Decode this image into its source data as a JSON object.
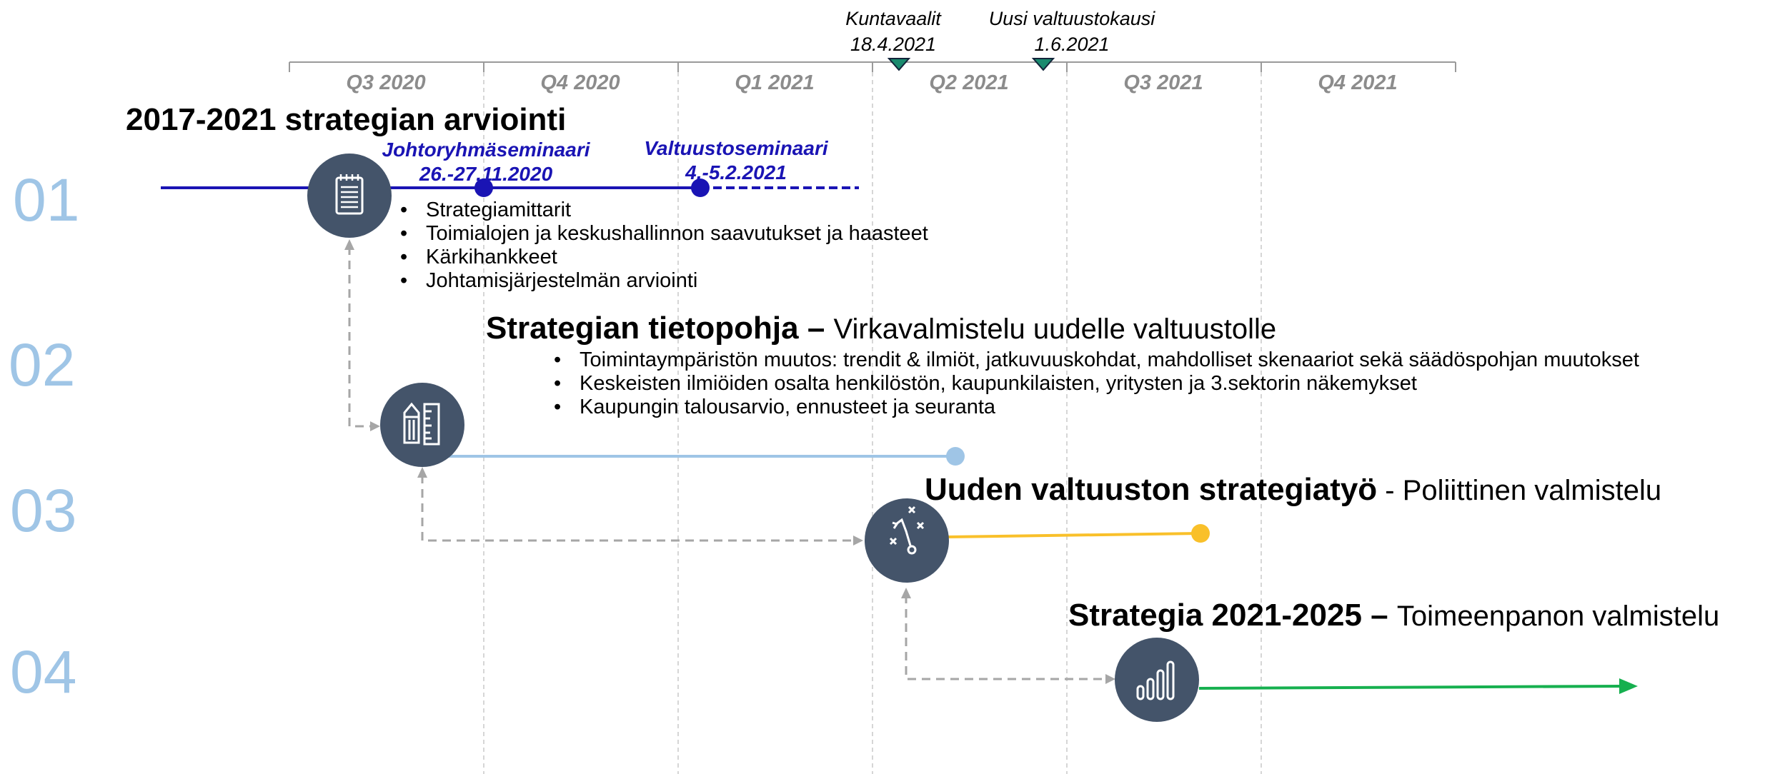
{
  "quarters": [
    "Q3 2020",
    "Q4 2020",
    "Q1 2021",
    "Q2 2021",
    "Q3 2021",
    "Q4 2021"
  ],
  "milestones": [
    {
      "name": "Kuntavaalit",
      "date": "18.4.2021",
      "color": "#1a8a6e"
    },
    {
      "name": "Uusi valtuustokausi",
      "date": "1.6.2021",
      "color": "#1a8a6e"
    }
  ],
  "seminars": [
    {
      "name": "Johtoryhmäseminaari",
      "date": "26.-27.11.2020"
    },
    {
      "name": "Valtuustoseminaari",
      "date": "4.-5.2.2021"
    }
  ],
  "rows": [
    {
      "number": "01",
      "title": "2017-2021 strategian arviointi",
      "subtitle": "",
      "icon": "notepad-icon",
      "line_color": "#1a14b4",
      "bullets": [
        "Strategiamittarit",
        "Toimialojen ja keskushallinnon saavutukset ja haasteet",
        "Kärkihankkeet",
        "Johtamisjärjestelmän arviointi"
      ]
    },
    {
      "number": "02",
      "title": "Strategian tietopohja –",
      "subtitle": "Virkavalmistelu uudelle valtuustolle",
      "icon": "pencil-ruler-icon",
      "line_color": "#9fc5e6",
      "bullets": [
        "Toimintaympäristön muutos: trendit & ilmiöt,  jatkuvuuskohdat, mahdolliset skenaariot sekä säädöspohjan muutokset",
        "Keskeisten ilmiöiden osalta henkilöstön, kaupunkilaisten, yritysten ja 3.sektorin näkemykset",
        "Kaupungin talousarvio, ennusteet ja seuranta"
      ]
    },
    {
      "number": "03",
      "title": "Uuden valtuuston strategiatyö",
      "subtitle": " - Poliittinen valmistelu",
      "icon": "strategy-play-icon",
      "line_color": "#f9c02a",
      "bullets": []
    },
    {
      "number": "04",
      "title": "Strategia 2021-2025 –",
      "subtitle": "Toimeenpanon valmistelu",
      "icon": "bar-chart-icon",
      "line_color": "#16b04f",
      "bullets": []
    }
  ]
}
